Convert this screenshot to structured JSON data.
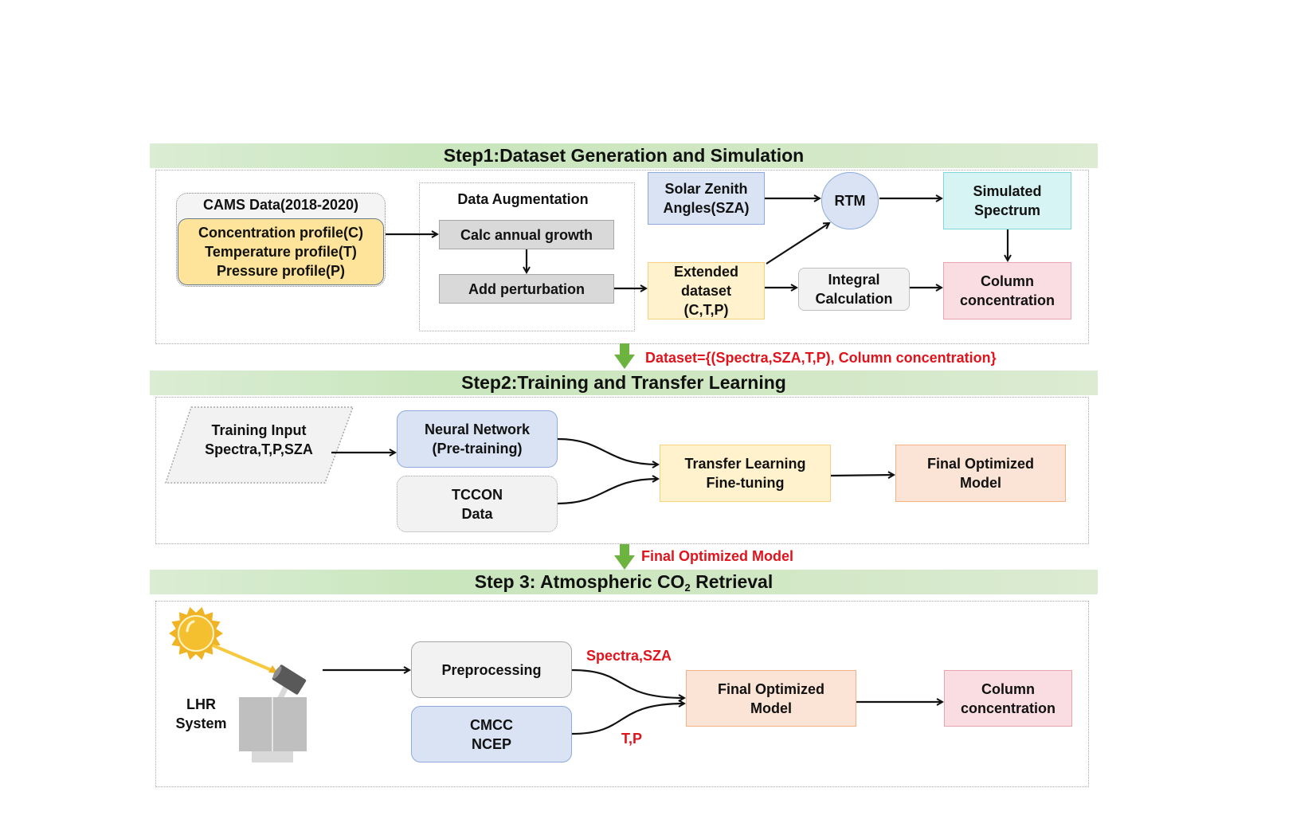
{
  "colors": {
    "header_bg": "#cfe7c2",
    "annotation_red": "#e0141c",
    "arrow_green": "#6db33f",
    "yellow_fill": "#fde49a",
    "light_yellow_fill": "#fff2cc",
    "blue_fill": "#dae3f4",
    "cyan_fill": "#d6f4f4",
    "pink_fill": "#f9dde2",
    "peach_fill": "#fbe4d5",
    "gray_fill": "#d9d9d9",
    "light_gray_fill": "#f2f2f2"
  },
  "step1": {
    "title": "Step1:Dataset Generation and Simulation",
    "cams": {
      "title": "CAMS Data(2018-2020)",
      "lines": [
        "Concentration profile(C)",
        "Temperature profile(T)",
        "Pressure profile(P)"
      ]
    },
    "augmentation": {
      "title": "Data Augmentation",
      "calc_growth": "Calc annual growth",
      "add_perturbation": "Add perturbation"
    },
    "sza": [
      "Solar Zenith",
      "Angles(SZA)"
    ],
    "rtm": "RTM",
    "simulated_spectrum": [
      "Simulated",
      "Spectrum"
    ],
    "extended_dataset": [
      "Extended",
      "dataset",
      "(C,T,P)"
    ],
    "integral_calculation": [
      "Integral",
      "Calculation"
    ],
    "column_concentration": [
      "Column",
      "concentration"
    ]
  },
  "transition1": "Dataset={(Spectra,SZA,T,P), Column concentration}",
  "step2": {
    "title": "Step2:Training and Transfer Learning",
    "training_input": [
      "Training Input",
      "Spectra,T,P,SZA"
    ],
    "neural_network": [
      "Neural Network",
      "(Pre-training)"
    ],
    "tccon": [
      "TCCON",
      "Data"
    ],
    "transfer_learning": [
      "Transfer Learning",
      "Fine-tuning"
    ],
    "final_model": [
      "Final Optimized",
      "Model"
    ]
  },
  "transition2": "Final Optimized Model",
  "step3": {
    "title_prefix": "Step 3: Atmospheric CO",
    "title_sub": "2",
    "title_suffix": " Retrieval",
    "lhr_system": [
      "LHR",
      "System"
    ],
    "preprocessing": "Preprocessing",
    "cmcc_ncep": [
      "CMCC",
      "NCEP"
    ],
    "label_spectra_sza": "Spectra,SZA",
    "label_tp": "T,P",
    "final_model": [
      "Final Optimized",
      "Model"
    ],
    "column_concentration": [
      "Column",
      "concentration"
    ]
  }
}
